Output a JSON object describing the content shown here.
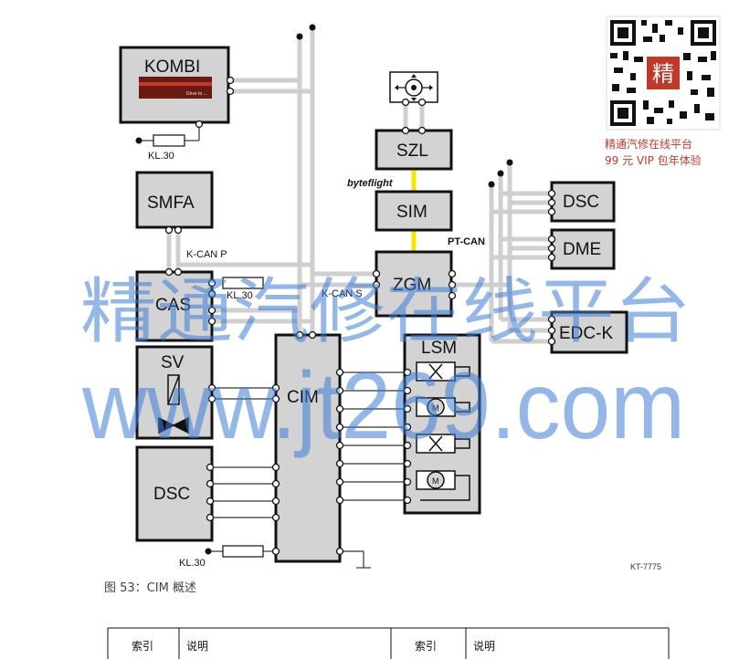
{
  "modules": {
    "kombi": "KOMBI",
    "smfa": "SMFA",
    "cas": "CAS",
    "sv": "SV",
    "dsc_left": "DSC",
    "cim": "CIM",
    "szl": "SZL",
    "sim": "SIM",
    "zgm": "ZGM",
    "lsm": "LSM",
    "dsc_right": "DSC",
    "dme": "DME",
    "edck": "EDC-K"
  },
  "bus_labels": {
    "kl30_top": "KL.30",
    "kcan_p": "K-CAN P",
    "kl30_cas": "KL.30",
    "kcan_s": "K-CAN S",
    "byteflight": "byteflight",
    "ptcan": "PT-CAN",
    "kl30_bottom": "KL.30"
  },
  "kombi_display_text": "Drive to ...",
  "motor_symbol": "M",
  "figure_ref": "KT-7775",
  "caption": "图 53：CIM 概述",
  "table_headers": [
    "索引",
    "说明",
    "索引",
    "说明"
  ],
  "promo": {
    "line1": "精通汽修在线平台",
    "line2": "99 元 VIP 包年体验",
    "qr_badge": "精"
  },
  "watermark": {
    "cn": "精通汽修在线平台",
    "url": "www.jt269.com"
  },
  "colors": {
    "module_fill": "#d3d3d3",
    "wire_gray": "#cfcfcf",
    "byteflight": "#f2e800",
    "watermark": "#3a7bd5",
    "promo_red": "#c0392b"
  }
}
